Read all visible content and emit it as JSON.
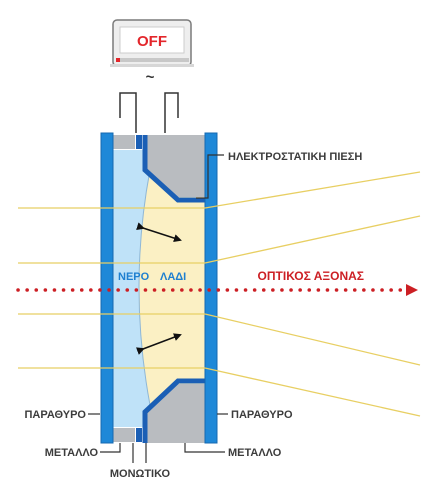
{
  "device": {
    "display_text": "OFF",
    "ac_symbol": "~"
  },
  "labels": {
    "electrostatic_pressure": "ΗΛΕΚΤΡΟΣΤΑΤΙΚΗ ΠΙΕΣΗ",
    "water": "ΝΕΡΟ",
    "oil": "ΛΑΔΙ",
    "optical_axis": "ΟΠΤΙΚΟΣ ΑΞΟΝΑΣ",
    "window_left": "ΠΑΡΑΘΥΡΟ",
    "window_right": "ΠΑΡΑΘΥΡΟ",
    "metal_left": "ΜΕΤΑΛΛΟ",
    "metal_right": "ΜΕΤΑΛΛΟ",
    "insulator": "ΜΟΝΩΤΙΚΟ"
  },
  "colors": {
    "display_red": "#e3262b",
    "window_blue": "#1e88d8",
    "water_blue": "#bfe2f8",
    "oil_cream": "#fbf0c4",
    "metal_gray": "#b9bcc0",
    "electrode_blue": "#1b5fb5",
    "ray_yellow": "#e8cf63",
    "axis_red": "#cc1f24",
    "text_gray": "#3c3c3c"
  }
}
